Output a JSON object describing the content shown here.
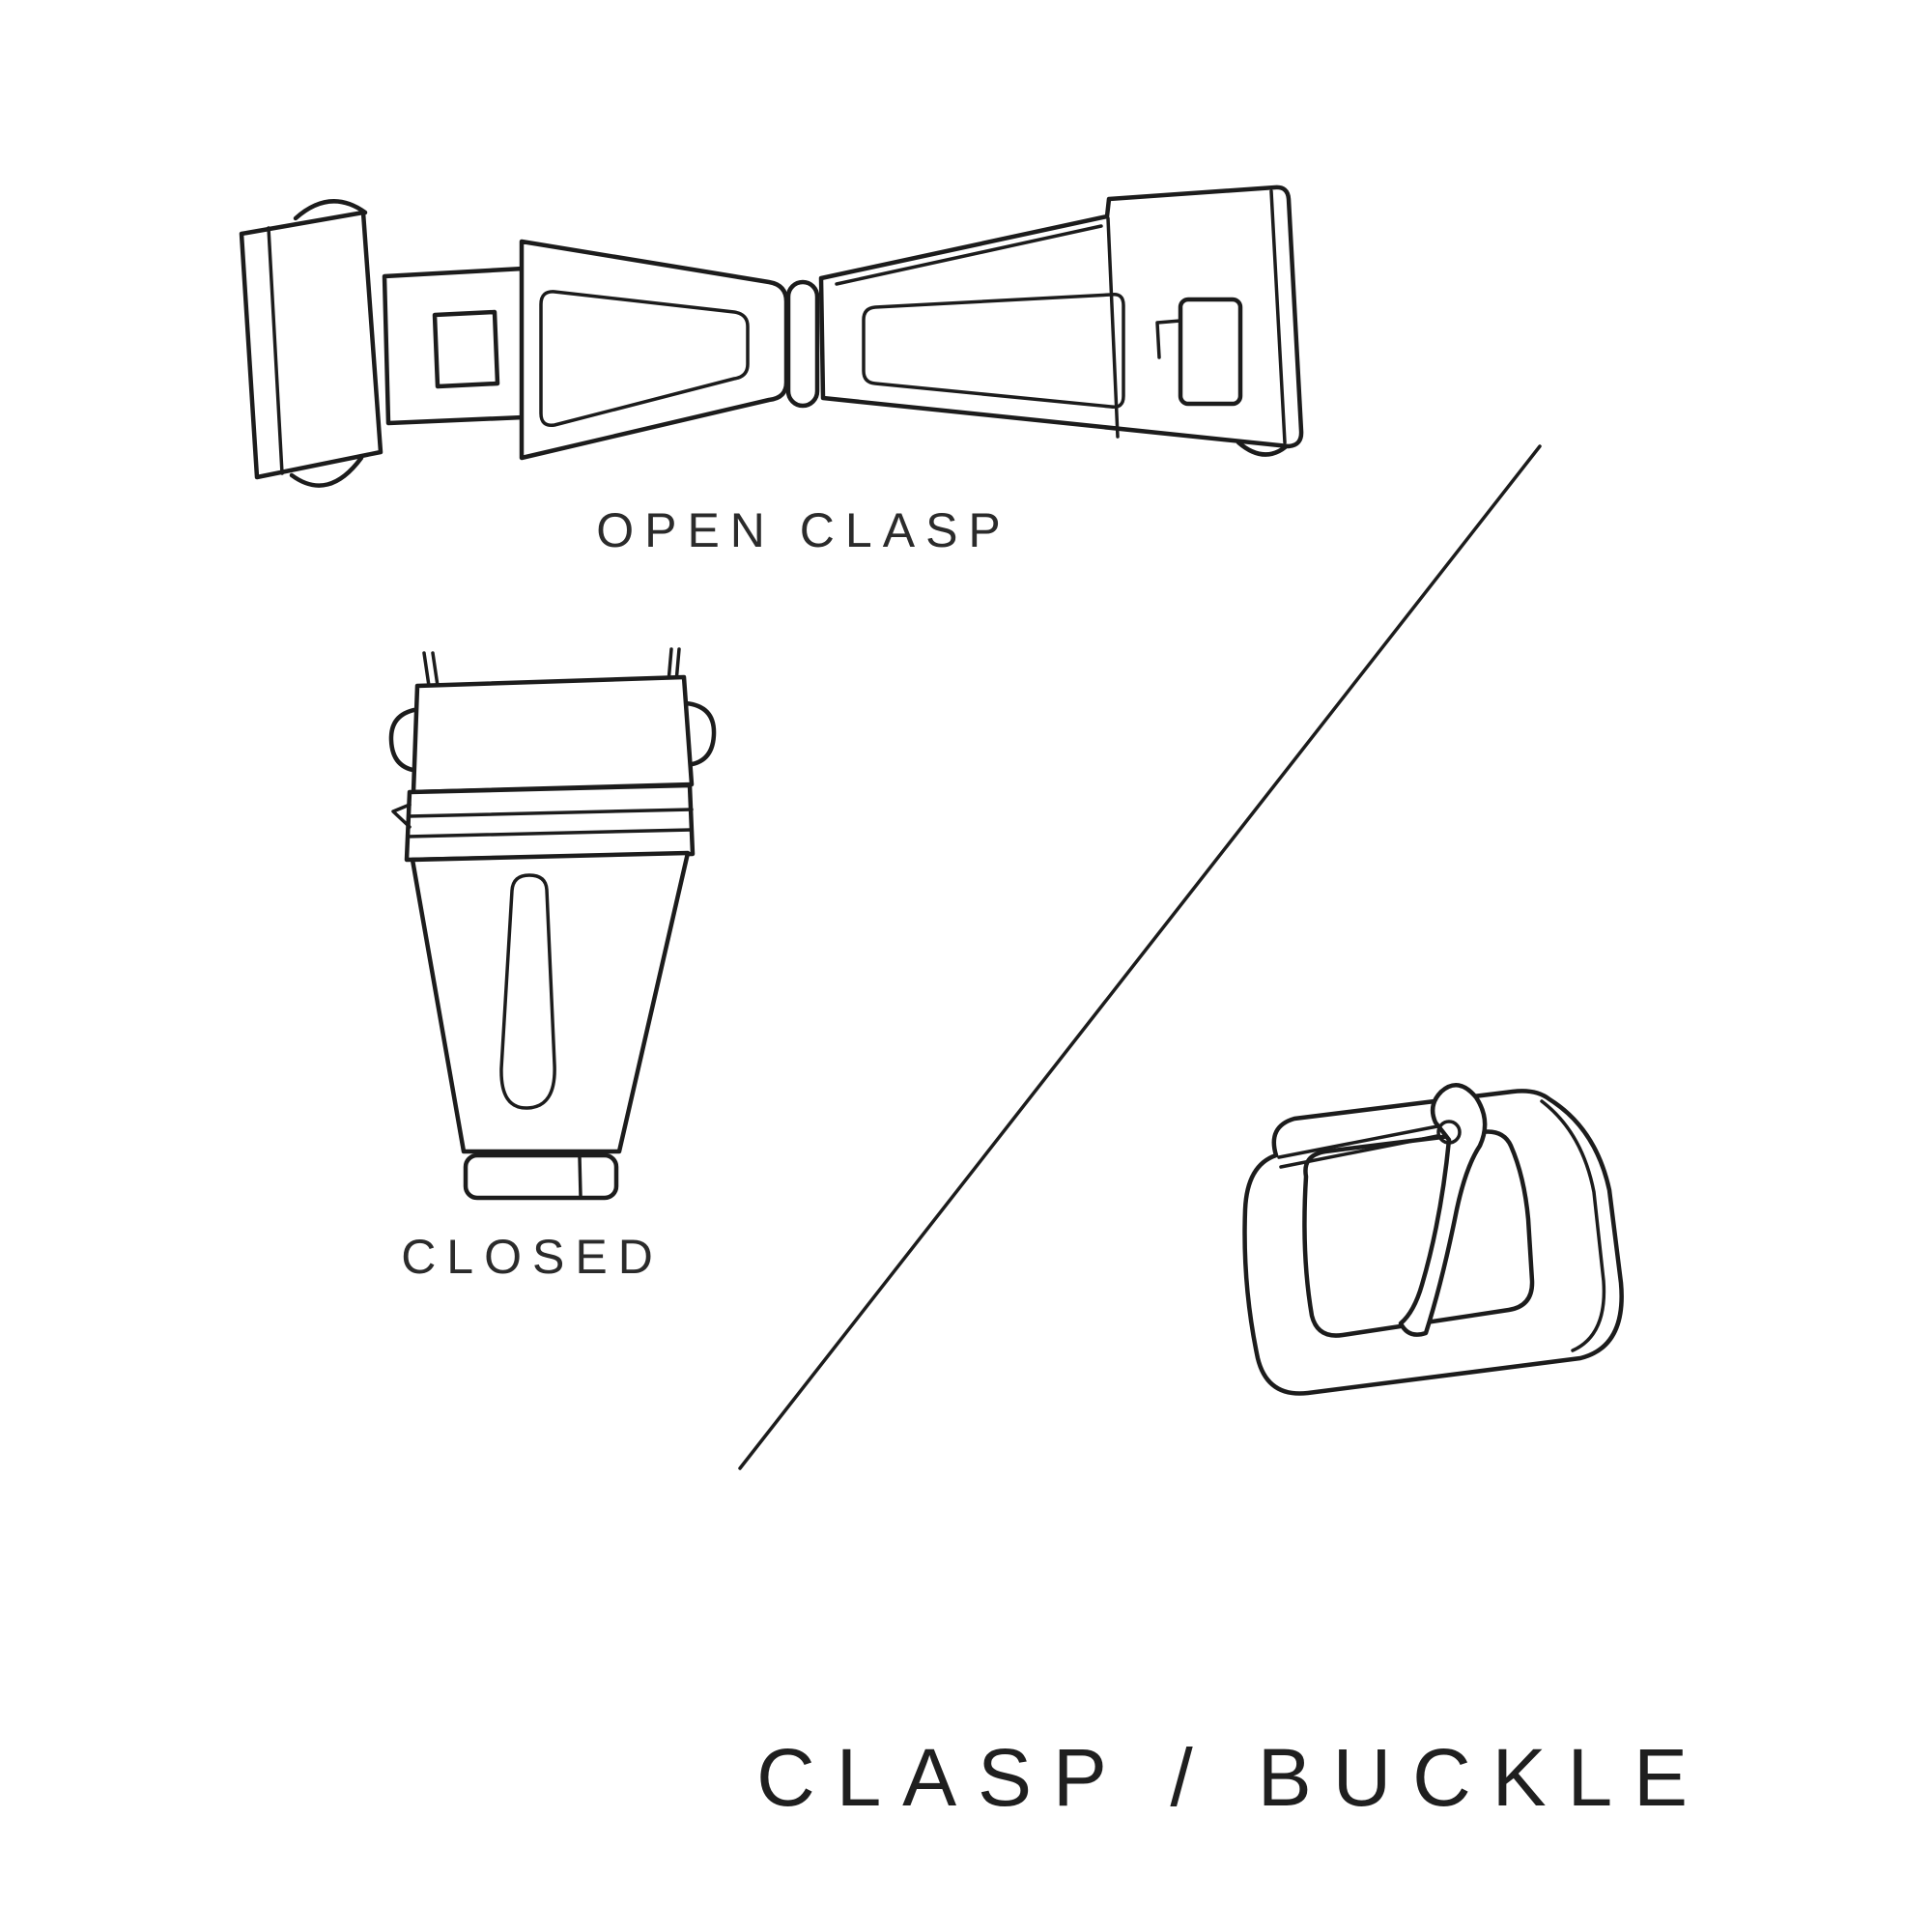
{
  "title": "CLASP / BUCKLE",
  "labels": {
    "open_clasp": "OPEN CLASP",
    "closed_clasp": "CLOSED"
  },
  "colors": {
    "background": "#ffffff",
    "ink": "#1c1c1c",
    "text": "#2b2b2b"
  }
}
